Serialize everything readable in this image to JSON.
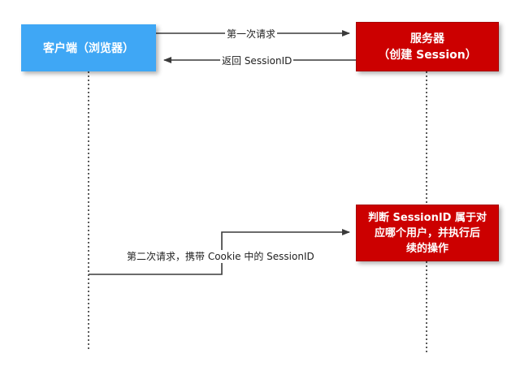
{
  "colors": {
    "client_fill": "#3fa7f5",
    "server_fill": "#cc0000",
    "arrow": "#3a3a3a",
    "lifeline": "#333333"
  },
  "participants": {
    "client": {
      "label": "客户端（浏览器）"
    },
    "server": {
      "label": "服务器\n（创建 Session）"
    }
  },
  "messages": [
    {
      "label": "第一次请求",
      "direction": "client-to-server"
    },
    {
      "label": "返回 SessionID",
      "direction": "server-to-client"
    },
    {
      "label": "第二次请求，携带 Cookie 中的 SessionID",
      "direction": "client-to-server"
    }
  ],
  "process": {
    "label": "判断 SessionID 属于对\n应哪个用户，并执行后\n续的操作"
  }
}
